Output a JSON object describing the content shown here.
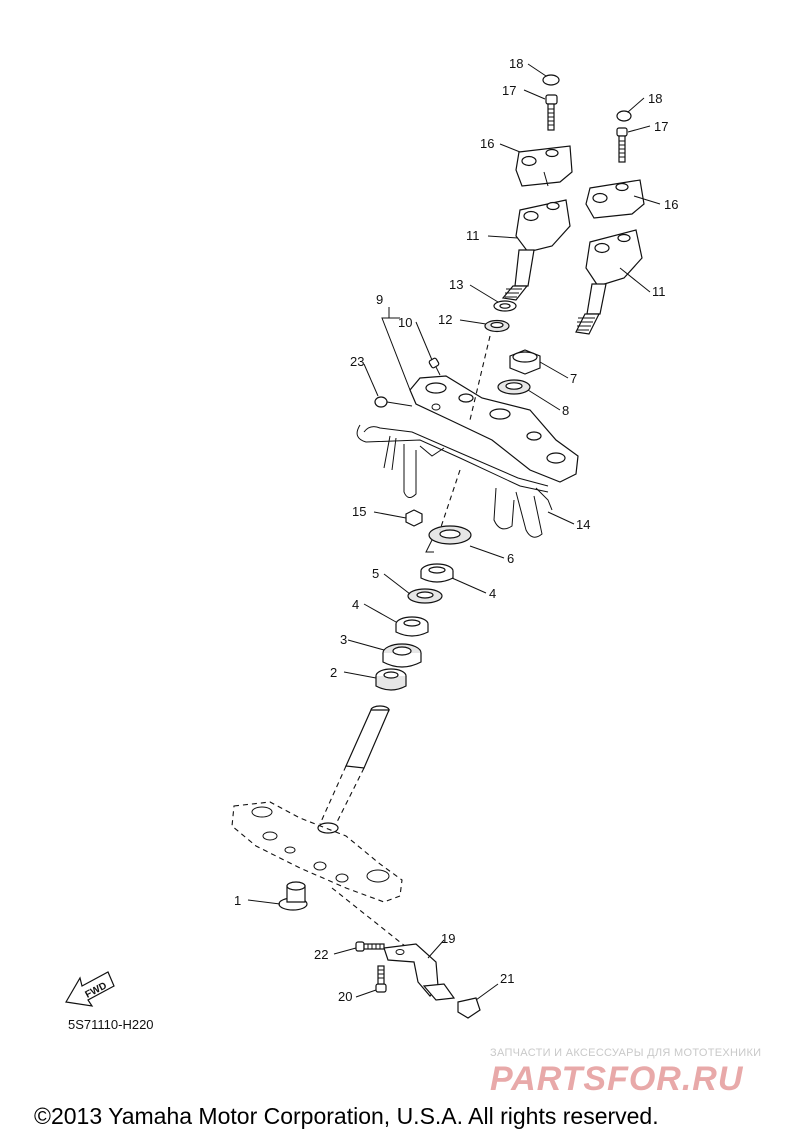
{
  "diagram_code": "5S71110-H220",
  "copyright": "©2013 Yamaha Motor Corporation, U.S.A. All rights reserved.",
  "fwd_label": "FWD",
  "watermark": {
    "tagline": "ЗАПЧАСТИ И АКСЕССУАРЫ ДЛЯ МОТОТЕХНИКИ",
    "brand": "PARTSFOR.RU"
  },
  "callouts": {
    "c1": "1",
    "c2": "2",
    "c3": "3",
    "c4a": "4",
    "c4b": "4",
    "c5": "5",
    "c6": "6",
    "c7": "7",
    "c8": "8",
    "c9": "9",
    "c10": "10",
    "c11a": "11",
    "c11b": "11",
    "c12": "12",
    "c13": "13",
    "c14": "14",
    "c15": "15",
    "c16a": "16",
    "c16b": "16",
    "c17a": "17",
    "c17b": "17",
    "c18a": "18",
    "c18b": "18",
    "c19": "19",
    "c20": "20",
    "c21": "21",
    "c22": "22",
    "c23": "23"
  }
}
